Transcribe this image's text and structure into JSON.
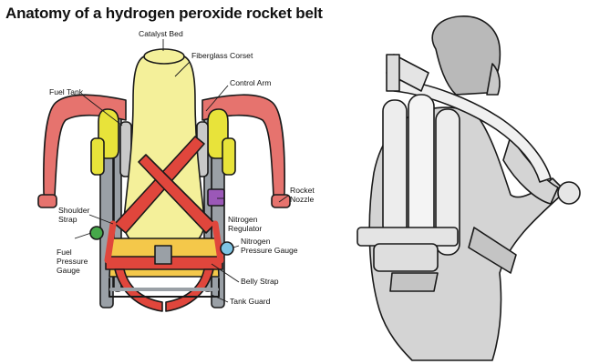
{
  "title": "Anatomy of a hydrogen peroxide rocket belt",
  "labels": {
    "catalyst_bed": "Catalyst Bed",
    "fiberglass_corset": "Fiberglass Corset",
    "fuel_tank": "Fuel Tank",
    "control_arm": "Control Arm",
    "rocket_nozzle_1": "Rocket",
    "rocket_nozzle_2": "Nozzle",
    "shoulder_strap_1": "Shoulder",
    "shoulder_strap_2": "Strap",
    "nitrogen_regulator_1": "Nitrogen",
    "nitrogen_regulator_2": "Regulator",
    "fuel_pressure_gauge_1": "Fuel",
    "fuel_pressure_gauge_2": "Pressure",
    "fuel_pressure_gauge_3": "Gauge",
    "nitrogen_pressure_gauge_1": "Nitrogen",
    "nitrogen_pressure_gauge_2": "Pressure Gauge",
    "belly_strap": "Belly Strap",
    "tank_guard": "Tank Guard"
  },
  "colors": {
    "corset": "#f4f09a",
    "arms": "#e6736e",
    "straps": "#e0463c",
    "harness": "#f4c84a",
    "tank_yellow": "#e8e33a",
    "metal": "#9aa0a6",
    "regulator": "#9b58b8",
    "nitrogen_gauge": "#7fc4e4",
    "fuel_gauge": "#46a84a",
    "outline": "#1a1a1a",
    "helmet": "#b9b9b9"
  }
}
